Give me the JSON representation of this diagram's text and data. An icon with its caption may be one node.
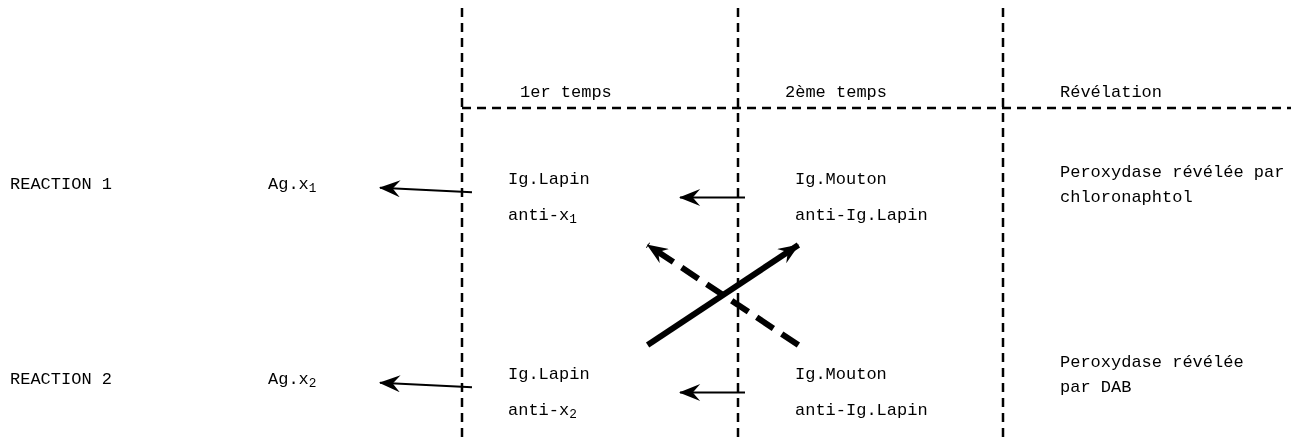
{
  "diagram": {
    "nodes": [
      {
        "text": [
          "Ag.x$_{1}$"
        ]
      },
      {
        "text": [
          "Ig.Lapin",
          "anti-x$_{1}$"
        ]
      },
      {
        "text": [
          "Ig.Mouton",
          "anti-Ig.Lapin"
        ]
      },
      {
        "text": [
          "Ag.x$_{2}$"
        ]
      },
      {
        "text": [
          "Ig.Lapin",
          "anti-x$_{2}$"
        ]
      },
      {
        "text": [
          "Ig.Mouton",
          "anti-Ig.Lapin"
        ]
      }
    ],
    "edges": [
      {
        "from": 1,
        "to": 0,
        "arrow": "to"
      },
      {
        "from": 2,
        "to": 1,
        "arrow": "to"
      },
      {
        "from": 4,
        "to": 3,
        "arrow": "to"
      },
      {
        "from": 5,
        "to": 4,
        "arrow": "to"
      },
      {
        "from": 4,
        "to": 2,
        "arrow": "to",
        "style": "thick"
      },
      {
        "from": 5,
        "to": 1,
        "arrow": "to",
        "style": "dashed"
      }
    ],
    "labels": [
      "1er temps",
      "2ème temps",
      "Révélation",
      "REACTION 1",
      "Peroxydase révélée par chloronaphtol",
      "REACTION 2",
      "Peroxydase révélée par DAB"
    ]
  }
}
